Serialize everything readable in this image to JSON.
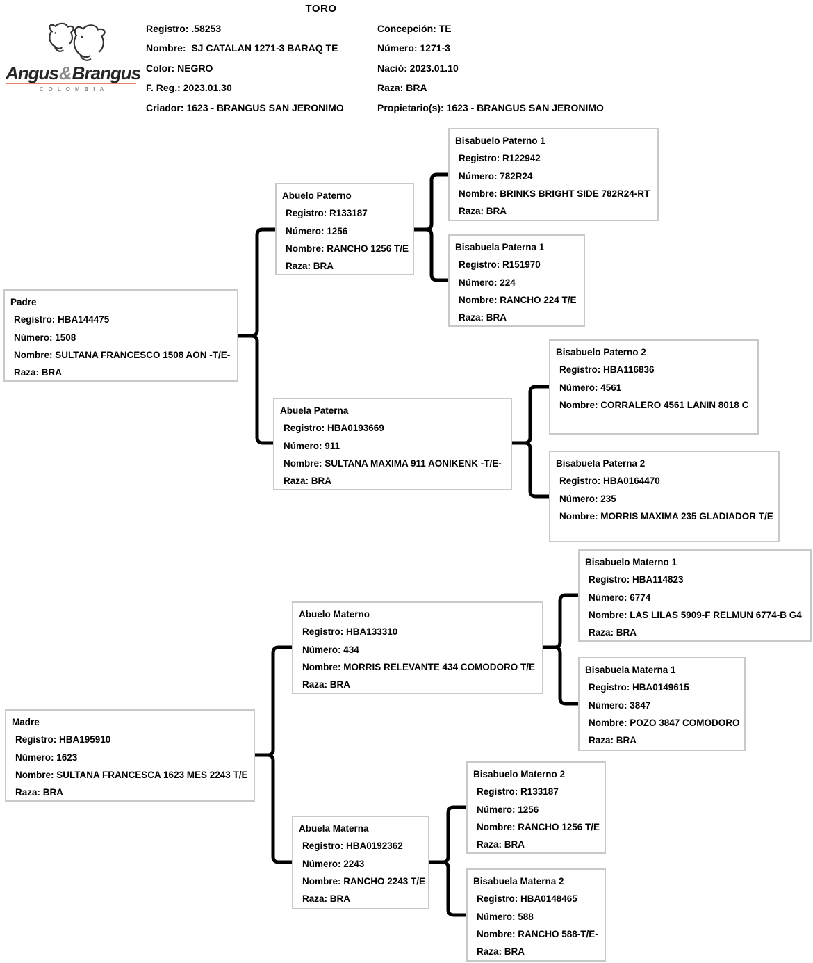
{
  "page_title": "TORO",
  "logo": {
    "brand_angus": "Angus",
    "brand_amp": "&",
    "brand_brangus": "Brangus",
    "country": "COLOMBIA"
  },
  "colors": {
    "accent-red": "#ef7b72",
    "box-border": "#c9c9c9",
    "connector": "#000000",
    "text": "#000000",
    "logo-gray": "#8c8c8c"
  },
  "header": {
    "left": [
      "Registro: .58253",
      "Nombre:  SJ CATALAN 1271-3 BARAQ TE",
      "Color: NEGRO",
      "F. Reg.: 2023.01.30",
      "Criador: 1623 - BRANGUS SAN JERONIMO"
    ],
    "right": [
      "Concepción: TE",
      "Número: 1271-3",
      "Nació: 2023.01.10",
      "Raza: BRA",
      "Propietario(s): 1623 - BRANGUS SAN JERONIMO"
    ]
  },
  "pedigree": {
    "nodes": {
      "padre": {
        "title": "Padre",
        "lines": [
          "Registro: HBA144475",
          "Número: 1508",
          "Nombre: SULTANA FRANCESCO 1508 AON -T/E-",
          "Raza: BRA"
        ]
      },
      "abuelo_paterno": {
        "title": "Abuelo Paterno",
        "lines": [
          "Registro: R133187",
          "Número: 1256",
          "Nombre: RANCHO 1256 T/E",
          "Raza: BRA"
        ]
      },
      "abuela_paterna": {
        "title": "Abuela Paterna",
        "lines": [
          "Registro: HBA0193669",
          "Número: 911",
          "Nombre: SULTANA MAXIMA 911 AONIKENK -T/E-",
          "Raza: BRA"
        ]
      },
      "bisabuelo_paterno_1": {
        "title": "Bisabuelo Paterno 1",
        "lines": [
          "Registro: R122942",
          "Número: 782R24",
          "Nombre: BRINKS BRIGHT SIDE 782R24-RT",
          "Raza: BRA"
        ]
      },
      "bisabuela_paterna_1": {
        "title": "Bisabuela Paterna 1",
        "lines": [
          "Registro: R151970",
          "Número: 224",
          "Nombre: RANCHO 224 T/E",
          "Raza: BRA"
        ]
      },
      "bisabuelo_paterno_2": {
        "title": "Bisabuelo Paterno 2",
        "lines": [
          "Registro: HBA116836",
          "Número: 4561",
          "Nombre: CORRALERO 4561 LANIN 8018 C"
        ]
      },
      "bisabuela_paterna_2": {
        "title": "Bisabuela Paterna 2",
        "lines": [
          "Registro: HBA0164470",
          "Número: 235",
          "Nombre: MORRIS MAXIMA 235 GLADIADOR T/E"
        ]
      },
      "madre": {
        "title": "Madre",
        "lines": [
          "Registro: HBA195910",
          "Número: 1623",
          "Nombre: SULTANA FRANCESCA 1623 MES 2243 T/E",
          "Raza: BRA"
        ]
      },
      "abuelo_materno": {
        "title": "Abuelo Materno",
        "lines": [
          "Registro: HBA133310",
          "Número: 434",
          "Nombre: MORRIS RELEVANTE 434 COMODORO T/E",
          "Raza: BRA"
        ]
      },
      "abuela_materna": {
        "title": "Abuela Materna",
        "lines": [
          "Registro: HBA0192362",
          "Número: 2243",
          "Nombre: RANCHO 2243 T/E",
          "Raza: BRA"
        ]
      },
      "bisabuelo_materno_1": {
        "title": "Bisabuelo Materno 1",
        "lines": [
          "Registro: HBA114823",
          "Número: 6774",
          "Nombre: LAS LILAS 5909-F RELMUN 6774-B G4",
          "Raza: BRA"
        ]
      },
      "bisabuela_materna_1": {
        "title": "Bisabuela Materna 1",
        "lines": [
          "Registro: HBA0149615",
          "Número: 3847",
          "Nombre: POZO 3847 COMODORO",
          "Raza: BRA"
        ]
      },
      "bisabuelo_materno_2": {
        "title": "Bisabuelo Materno 2",
        "lines": [
          "Registro: R133187",
          "Número: 1256",
          "Nombre: RANCHO 1256 T/E",
          "Raza: BRA"
        ]
      },
      "bisabuela_materna_2": {
        "title": "Bisabuela Materna 2",
        "lines": [
          "Registro: HBA0148465",
          "Número: 588",
          "Nombre: RANCHO 588-T/E-",
          "Raza: BRA"
        ]
      }
    }
  }
}
